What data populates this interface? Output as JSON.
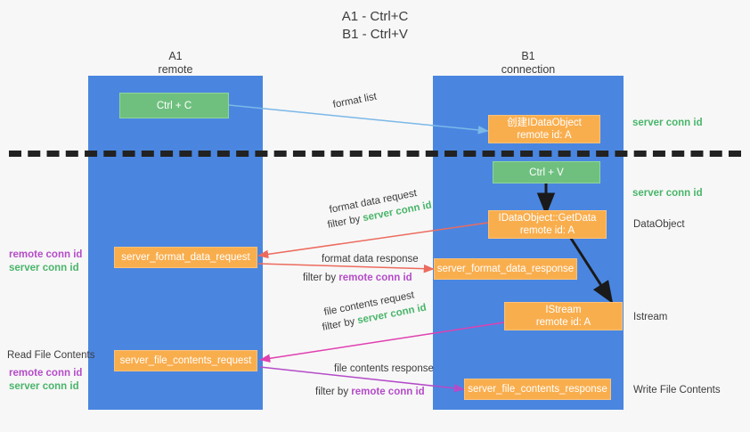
{
  "title": {
    "line1": "A1 - Ctrl+C",
    "line2": "B1 - Ctrl+V"
  },
  "lanes": {
    "a": {
      "name": "A1",
      "role": "remote"
    },
    "b": {
      "name": "B1",
      "role": "connection"
    }
  },
  "boxes": {
    "ctrl_c": {
      "label": "Ctrl + C"
    },
    "ctrl_v": {
      "label": "Ctrl + V"
    },
    "data_object_create": {
      "line1": "创建IDataObject",
      "line2": "remote id: A"
    },
    "get_data": {
      "line1": "IDataObject::GetData",
      "line2": "remote id: A"
    },
    "istream": {
      "line1": "IStream",
      "line2": "remote id: A"
    },
    "format_data_request": {
      "label": "server_format_data_request"
    },
    "format_data_response": {
      "label": "server_format_data_response"
    },
    "file_contents_request": {
      "label": "server_file_contents_request"
    },
    "file_contents_response": {
      "label": "server_file_contents_response"
    }
  },
  "arrow_labels": {
    "format_list": "format list",
    "format_data_request": {
      "top": "format data request",
      "prefix": "filter by ",
      "key": "server conn id"
    },
    "format_data_response": {
      "top": "format data response",
      "prefix": "filter by ",
      "key": "remote conn id"
    },
    "file_contents_request": {
      "top": "file contents request",
      "prefix": "filter by ",
      "key": "server conn id"
    },
    "file_contents_response": {
      "top": "file contents response",
      "prefix": "filter by ",
      "key": "remote conn id"
    }
  },
  "right_labels": {
    "server_conn_id_top": "server conn id",
    "server_conn_id_mid": "server conn id",
    "data_object": "DataObject",
    "istream": "Istream",
    "write_file_contents": "Write File Contents"
  },
  "left_labels": {
    "remote_conn_id_1": "remote conn id",
    "server_conn_id_1": "server conn id",
    "read_file_contents": "Read File Contents",
    "remote_conn_id_2": "remote conn id",
    "server_conn_id_2": "server conn id"
  },
  "colors": {
    "lane": "#4a86e0",
    "green_box": "#6fc07f",
    "orange_box": "#f9ae4e",
    "green_text": "#49b56a",
    "purple_text": "#b44cc8",
    "arrow_blue": "#7bb8e8",
    "arrow_red": "#ec6b5e",
    "arrow_magenta": "#e040b0",
    "arrow_purple": "#b44cc8",
    "arrow_black": "#1a1a1a",
    "background": "#f7f7f7"
  }
}
